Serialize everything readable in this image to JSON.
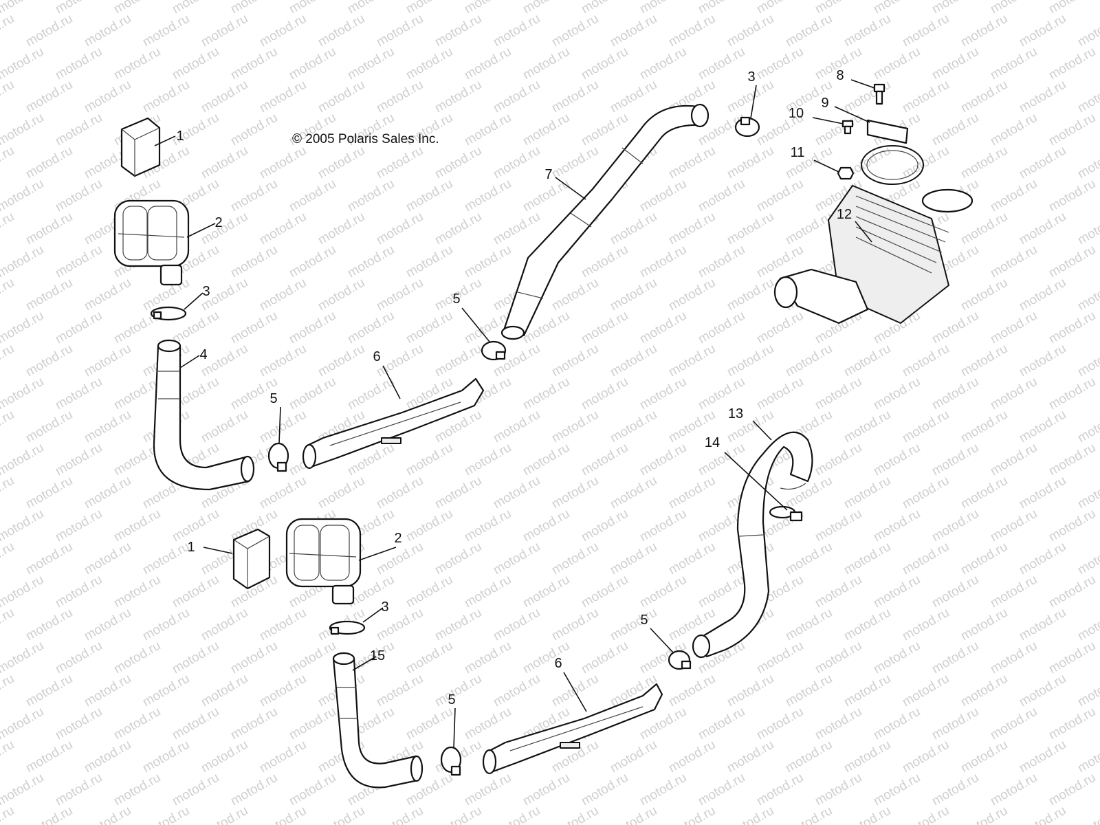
{
  "copyright": "© 2005 Polaris Sales Inc.",
  "watermark": "motod.ru",
  "callouts": [
    {
      "key": "c1a",
      "label": "1"
    },
    {
      "key": "c2a",
      "label": "2"
    },
    {
      "key": "c3a",
      "label": "3"
    },
    {
      "key": "c4",
      "label": "4"
    },
    {
      "key": "c5a",
      "label": "5"
    },
    {
      "key": "c6a",
      "label": "6"
    },
    {
      "key": "c5b",
      "label": "5"
    },
    {
      "key": "c7",
      "label": "7"
    },
    {
      "key": "c3b",
      "label": "3"
    },
    {
      "key": "c8",
      "label": "8"
    },
    {
      "key": "c9",
      "label": "9"
    },
    {
      "key": "c10",
      "label": "10"
    },
    {
      "key": "c11",
      "label": "11"
    },
    {
      "key": "c12",
      "label": "12"
    },
    {
      "key": "c13",
      "label": "13"
    },
    {
      "key": "c14",
      "label": "14"
    },
    {
      "key": "c1b",
      "label": "1"
    },
    {
      "key": "c2b",
      "label": "2"
    },
    {
      "key": "c3c",
      "label": "3"
    },
    {
      "key": "c15",
      "label": "15"
    },
    {
      "key": "c5c",
      "label": "5"
    },
    {
      "key": "c6b",
      "label": "6"
    },
    {
      "key": "c5d",
      "label": "5"
    }
  ]
}
